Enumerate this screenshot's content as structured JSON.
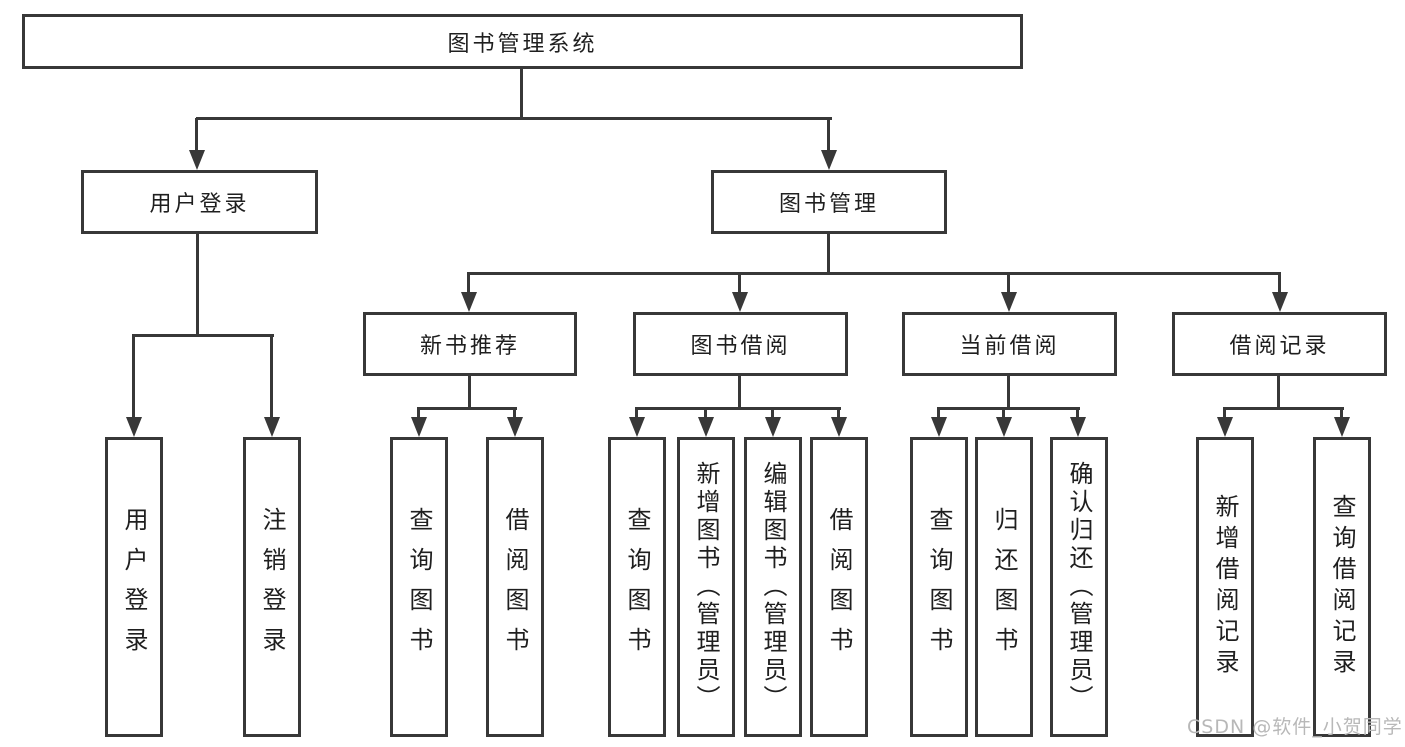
{
  "diagram_type": "hierarchy-tree",
  "tree": {
    "label": "图书管理系统",
    "children": [
      {
        "label": "用户登录",
        "children": [
          {
            "label": "用户登录"
          },
          {
            "label": "注销登录"
          }
        ]
      },
      {
        "label": "图书管理",
        "children": [
          {
            "label": "新书推荐",
            "children": [
              {
                "label": "查询图书"
              },
              {
                "label": "借阅图书"
              }
            ]
          },
          {
            "label": "图书借阅",
            "children": [
              {
                "label": "查询图书"
              },
              {
                "label": "新增图书（管理员）"
              },
              {
                "label": "编辑图书（管理员）"
              },
              {
                "label": "借阅图书"
              }
            ]
          },
          {
            "label": "当前借阅",
            "children": [
              {
                "label": "查询图书"
              },
              {
                "label": "归还图书"
              },
              {
                "label": "确认归还（管理员）"
              }
            ]
          },
          {
            "label": "借阅记录",
            "children": [
              {
                "label": "新增借阅记录"
              },
              {
                "label": "查询借阅记录"
              }
            ]
          }
        ]
      }
    ]
  },
  "watermark": "CSDN @软件_小贺同学",
  "colors": {
    "line": "#383838",
    "text": "#1f1f1f",
    "watermark": "#b8b8b8",
    "background": "#ffffff"
  }
}
